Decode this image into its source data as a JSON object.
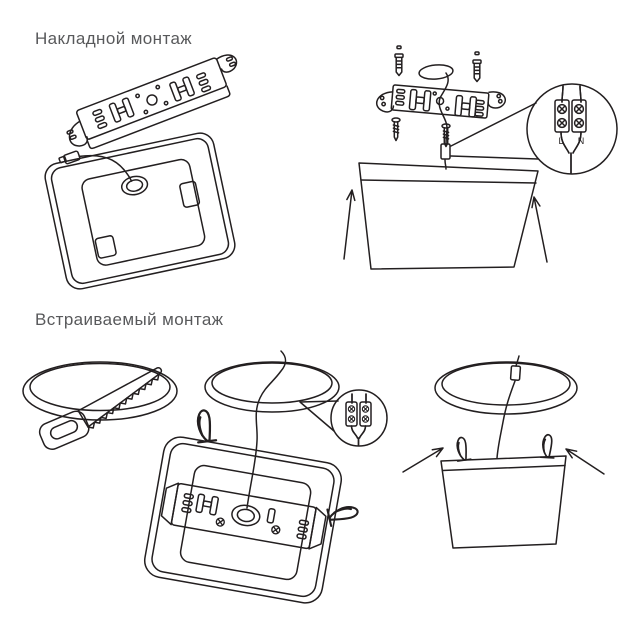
{
  "page": {
    "background_color": "#ffffff",
    "line_color": "#231f20",
    "cut_edge_color": "#c9cacc",
    "title_color": "#58595b"
  },
  "sections": {
    "surface": {
      "title": "Накладной монтаж",
      "steps": [
        "mounting-bracket",
        "panel-back-with-cable",
        "ceiling-installation"
      ]
    },
    "recessed": {
      "title": "Встраиваемый монтаж",
      "steps": [
        "cut-ceiling-hole",
        "cable-connection",
        "panel-insertion"
      ]
    }
  },
  "terminal": {
    "line_label": "L",
    "neutral_label": "N"
  }
}
